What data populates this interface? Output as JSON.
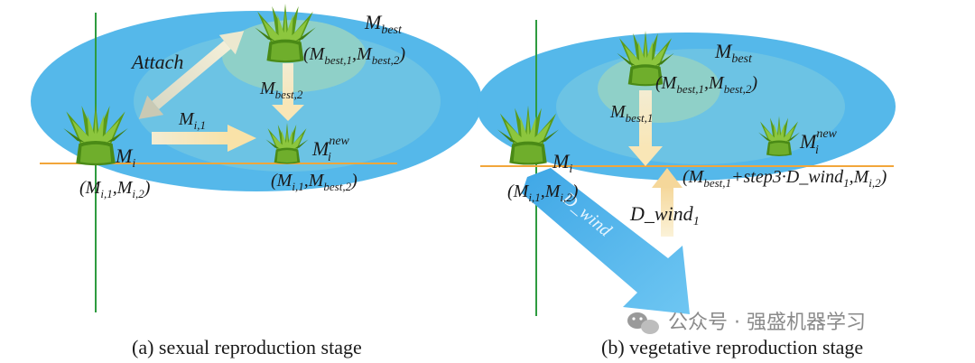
{
  "panel_a": {
    "caption": "(a) sexual reproduction stage",
    "attach_label": "Attach",
    "best": {
      "name": "M",
      "sub": "best",
      "coords_open": "(M",
      "c1_sub": "best,1",
      "mid": ",M",
      "c2_sub": "best,2",
      "close": ")"
    },
    "arrow_best2": {
      "name": "M",
      "sub": "best,2"
    },
    "arrow_i1": {
      "name": "M",
      "sub": "i,1"
    },
    "mi": {
      "name": "M",
      "sub": "i",
      "coords_open": "(M",
      "c1_sub": "i,1",
      "mid": ",M",
      "c2_sub": "i,2",
      "close": ")"
    },
    "new": {
      "name": "M",
      "sub": "i",
      "sup": "new",
      "coords_open": "(M",
      "c1_sub": "i,1",
      "mid": ",M",
      "c2_sub": "best,2",
      "close": ")"
    }
  },
  "panel_b": {
    "caption": "(b) vegetative reproduction stage",
    "best": {
      "name": "M",
      "sub": "best",
      "coords_open": "(M",
      "c1_sub": "best,1",
      "mid": ",M",
      "c2_sub": "best,2",
      "close": ")"
    },
    "arrow_best1": {
      "name": "M",
      "sub": "best,1"
    },
    "dwind_arrow": {
      "name": "D_wind",
      "sub": "1"
    },
    "dwind_big": "D_wind",
    "mi": {
      "name": "M",
      "sub": "i",
      "coords_open": "(M",
      "c1_sub": "i,1",
      "mid": ",M",
      "c2_sub": "i,2",
      "close": ")"
    },
    "new": {
      "name": "M",
      "sub": "i",
      "sup": "new"
    },
    "formula": {
      "open": "(M",
      "s1": "best,1",
      "t2": "+step3·D_wind",
      "s2": "1",
      "t3": ",M",
      "s3": "i,2",
      "close": ")"
    }
  },
  "watermark": "公众号 · 强盛机器学习",
  "colors": {
    "ellipse": "#55b8ea",
    "inner": "#8fd0c8",
    "plant_dark": "#3f7d12",
    "plant_light": "#8cc63e",
    "arrow": "#f7e7bd",
    "line_green": "#2e9b3f",
    "line_orange": "#f2a63a",
    "wind": "#4fb3ea"
  }
}
